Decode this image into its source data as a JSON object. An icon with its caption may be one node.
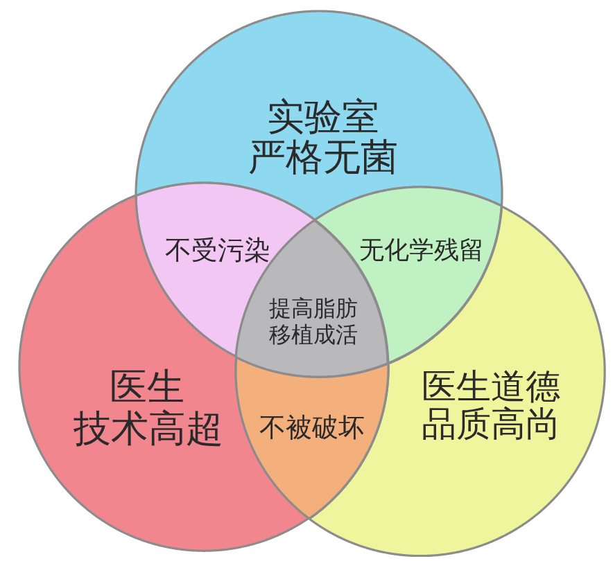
{
  "diagram": {
    "nodes": [
      {
        "text": [
          "实验室",
          "严格无菌"
        ]
      },
      {
        "text": [
          "不受污染"
        ]
      },
      {
        "text": [
          "无化学残留"
        ]
      },
      {
        "text": [
          "提高脂肪移植成活"
        ]
      },
      {
        "text": [
          "医生",
          "技术高超"
        ]
      },
      {
        "text": [
          "医生道德",
          "品质高尚"
        ]
      },
      {
        "text": [
          "不被破坏"
        ]
      }
    ]
  }
}
